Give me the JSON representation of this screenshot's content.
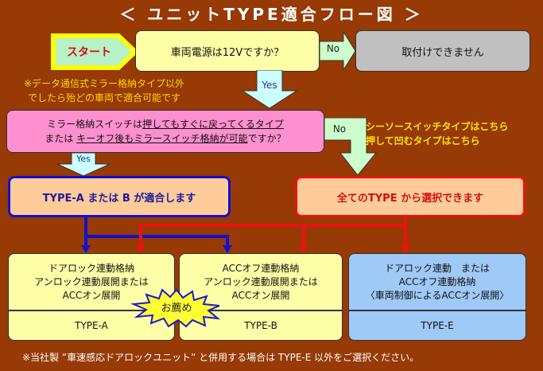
{
  "title": "＜ ユニットTYPE適合フロー図 ＞",
  "start": {
    "label": "スタート",
    "label_color": "#cc1111",
    "bg": "#b8f0c8",
    "border": "#ffff00"
  },
  "question1": {
    "text": "車両電源は12Vですか？"
  },
  "arrow_no_1": {
    "label": "No"
  },
  "not_installable": {
    "text": "取付けできません"
  },
  "arrow_yes_1": {
    "label": "Yes"
  },
  "note_left": {
    "line1": "※データ通信式ミラー格納タイプ以外",
    "line2": "でしたら殆どの車両で適合可能です"
  },
  "question2": {
    "line1_prefix": "ミラー格納スイッチは",
    "line1_underlined": "押してもすぐに戻ってくるタイプ",
    "line2_prefix": "または ",
    "line2_underlined": "キーオフ後もミラースイッチ格納が可能",
    "line2_suffix": "ですか？"
  },
  "arrow_no_2": {
    "label": "No"
  },
  "note_right": {
    "line1": "シーソースイッチタイプはこちら",
    "line2": "押して凹むタイプはこちら"
  },
  "arrow_yes_2": {
    "label": "Yes"
  },
  "result_ab": {
    "text": "TYPE-A または B が適合します",
    "color": "#1010d0"
  },
  "result_all": {
    "text": "全てのTYPE から選択できます",
    "color": "#ee1111"
  },
  "types": [
    {
      "desc1": "ドアロック連動格納",
      "desc2": "アンロック連動展開または",
      "desc3": "ACCオン展開",
      "label": "TYPE-A"
    },
    {
      "desc1": "ACCオフ連動格納",
      "desc2": "アンロック連動展開または",
      "desc3": "ACCオン展開",
      "label": "TYPE-B"
    },
    {
      "desc1": "ドアロック連動　または",
      "desc2": "ACCオフ連動格納",
      "desc3": "〈車両制御によるACCオン展開〉",
      "label": "TYPE-E"
    }
  ],
  "recommend_badge": {
    "text": "お薦め"
  },
  "footer": {
    "text": "※当社製 ”車速感応ドアロックユニット” と併用する場合は TYPE-E 以外をご選択ください。"
  },
  "colors": {
    "background": "#973a05",
    "yellow_box": "#ffffa8",
    "pink_box": "#ff90d0",
    "gray_box": "#c0c0c0",
    "peach_box": "#ffcc99",
    "blue_card": "#9fc9f6",
    "arrow_green": "#ccffcc",
    "arrow_cyan": "#ccffff"
  }
}
